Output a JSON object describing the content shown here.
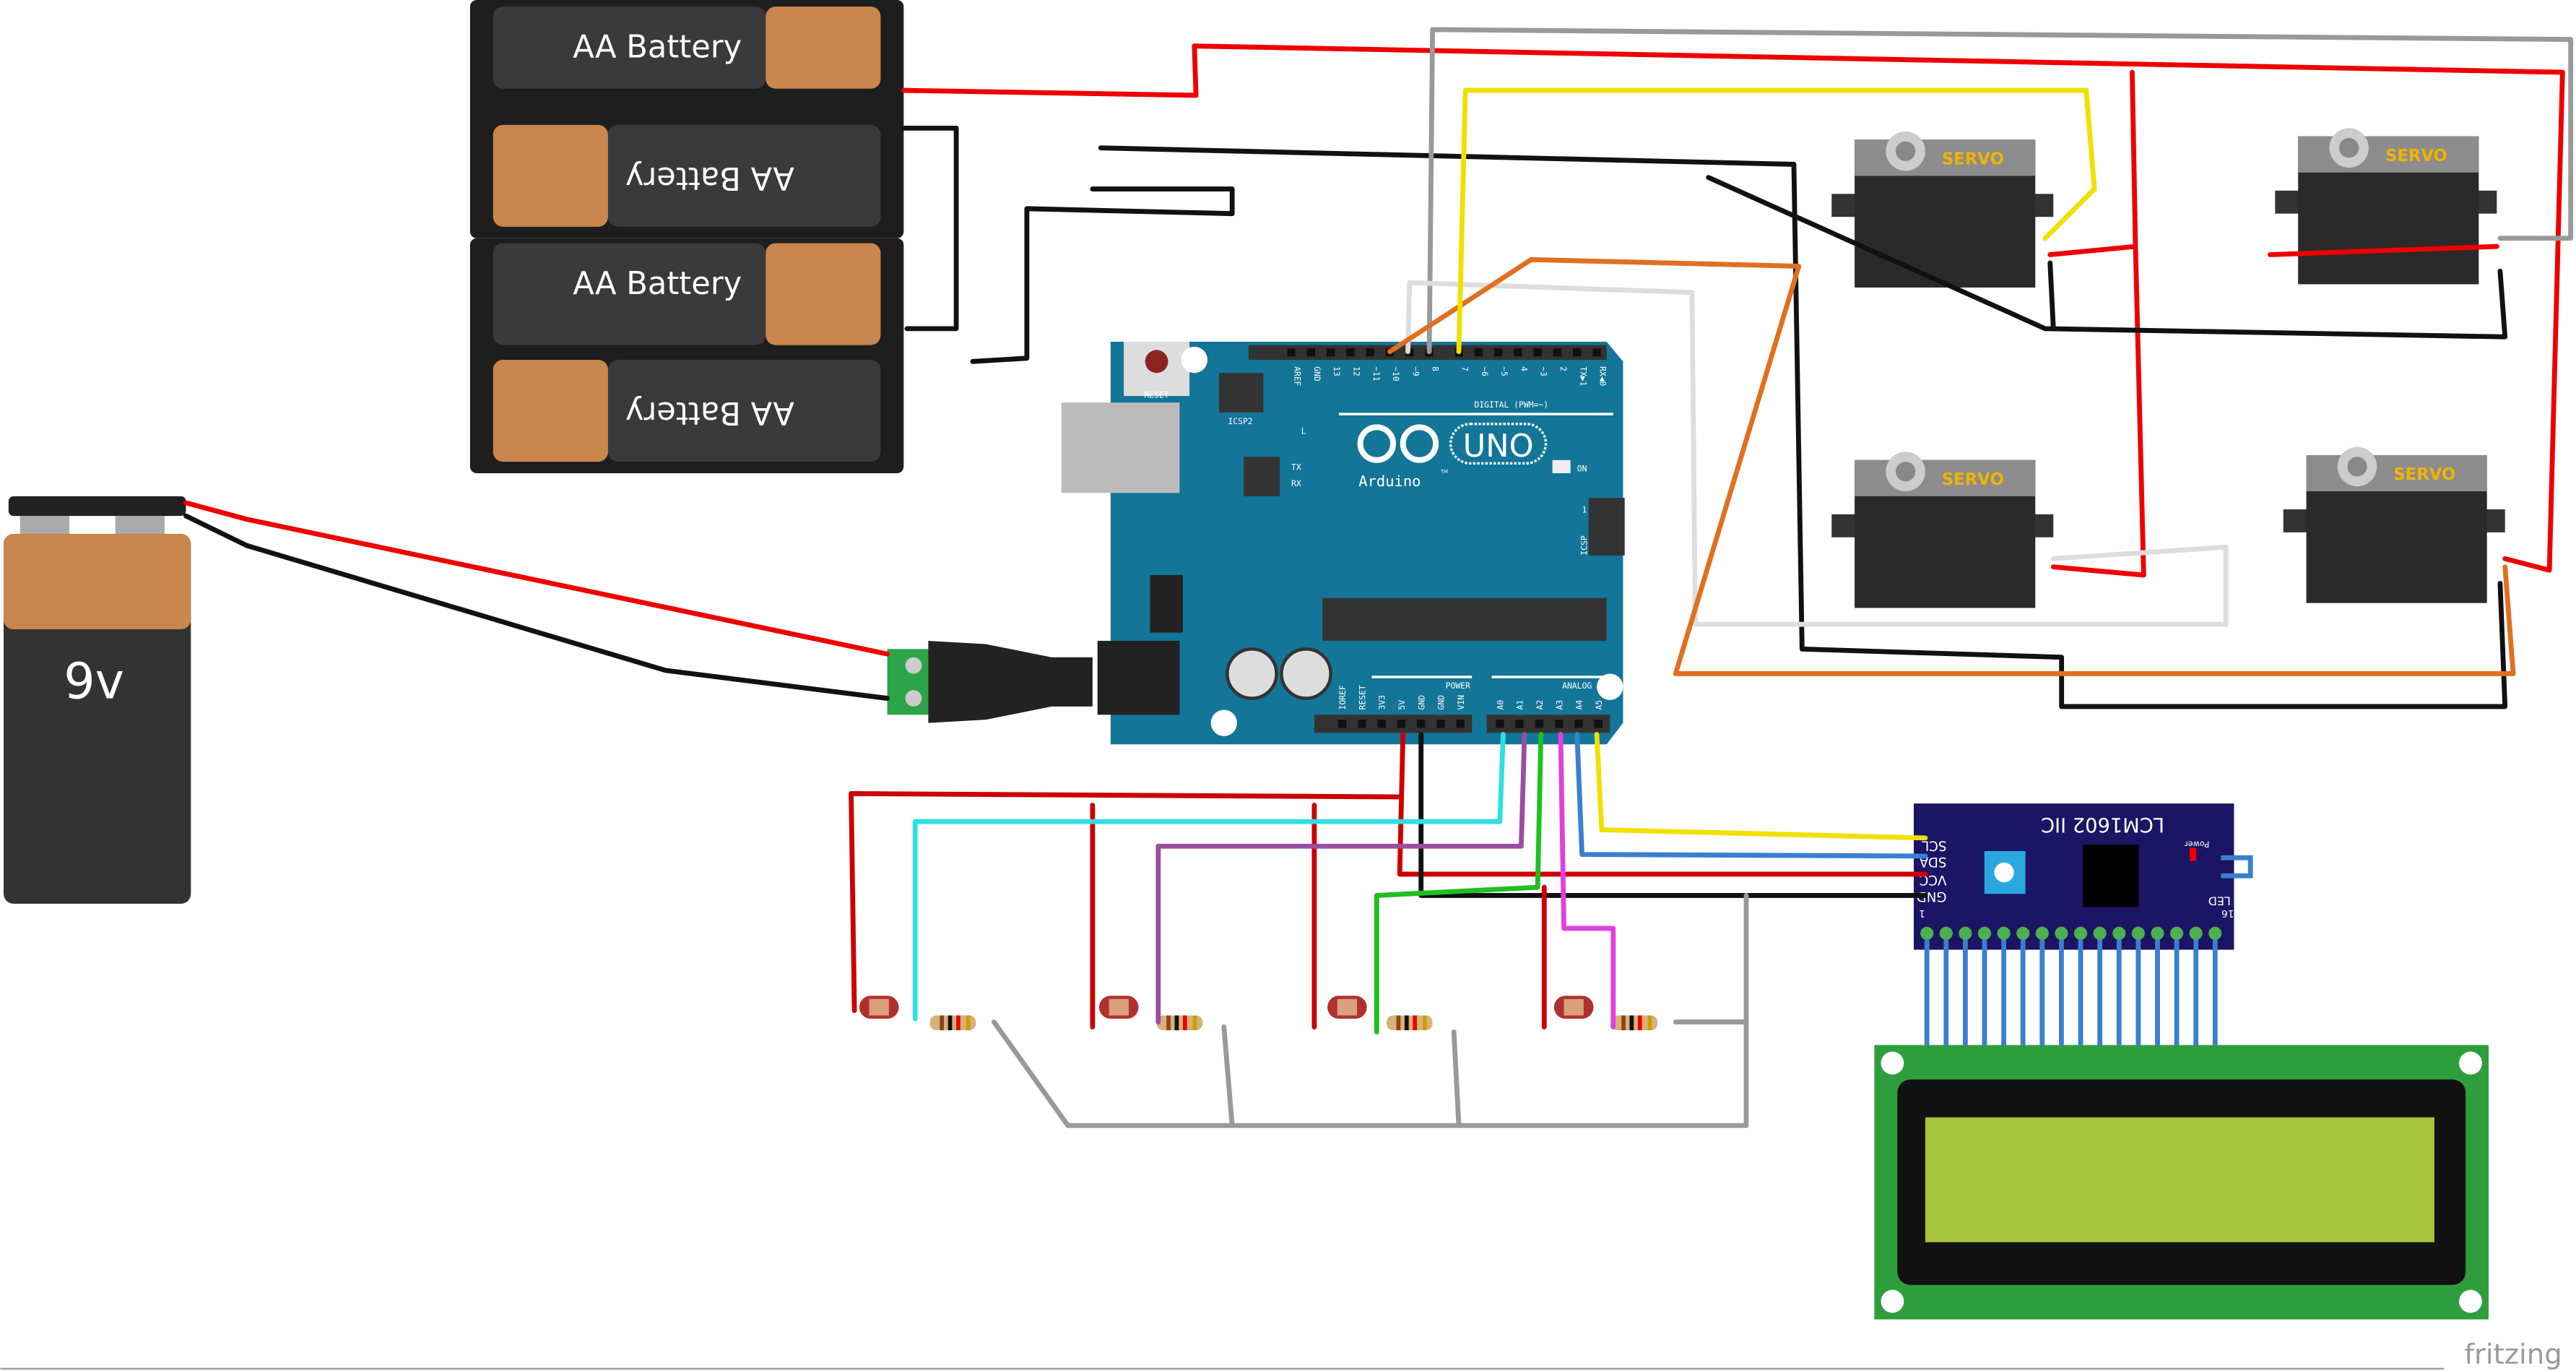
{
  "batteries": {
    "aa_label": "AA Battery",
    "nine_volt_label": "9v"
  },
  "arduino": {
    "reset": "RESET",
    "icsp2": "ICSP2",
    "icsp": "ICSP",
    "icsp_pin1": "1",
    "digital_pins": [
      "AREF",
      "GND",
      "13",
      "12",
      "~11",
      "~10",
      "~9",
      "8",
      "7",
      "~6",
      "~5",
      "4",
      "~3",
      "2",
      "TX▶1",
      "RX◀0"
    ],
    "digital_label": "DIGITAL (PWM=~)",
    "led_l": "L",
    "led_tx": "TX",
    "led_rx": "RX",
    "led_on": "ON",
    "brand": "Arduino",
    "model": "UNO",
    "tm": "TM",
    "power_pins": [
      "IOREF",
      "RESET",
      "3V3",
      "5V",
      "GND",
      "GND",
      "VIN"
    ],
    "power_label": "POWER",
    "analog_label": "ANALOG IN",
    "analog_pins": [
      "A0",
      "A1",
      "A2",
      "A3",
      "A4",
      "A5"
    ]
  },
  "servo_label": "SERVO",
  "lcd_module": {
    "title": "LCM1602 IIC",
    "pins": [
      "SCL",
      "SDA",
      "VCC",
      "GND"
    ],
    "power": "Power",
    "led": "LED",
    "pin_first": "1",
    "pin_last": "16"
  },
  "logo": "fritzing",
  "colors": {
    "board": "#137597",
    "lcd_module": "#1c1464",
    "lcd_screen": "#a6c43a",
    "wire_red": "#e00",
    "wire_black": "#111"
  }
}
